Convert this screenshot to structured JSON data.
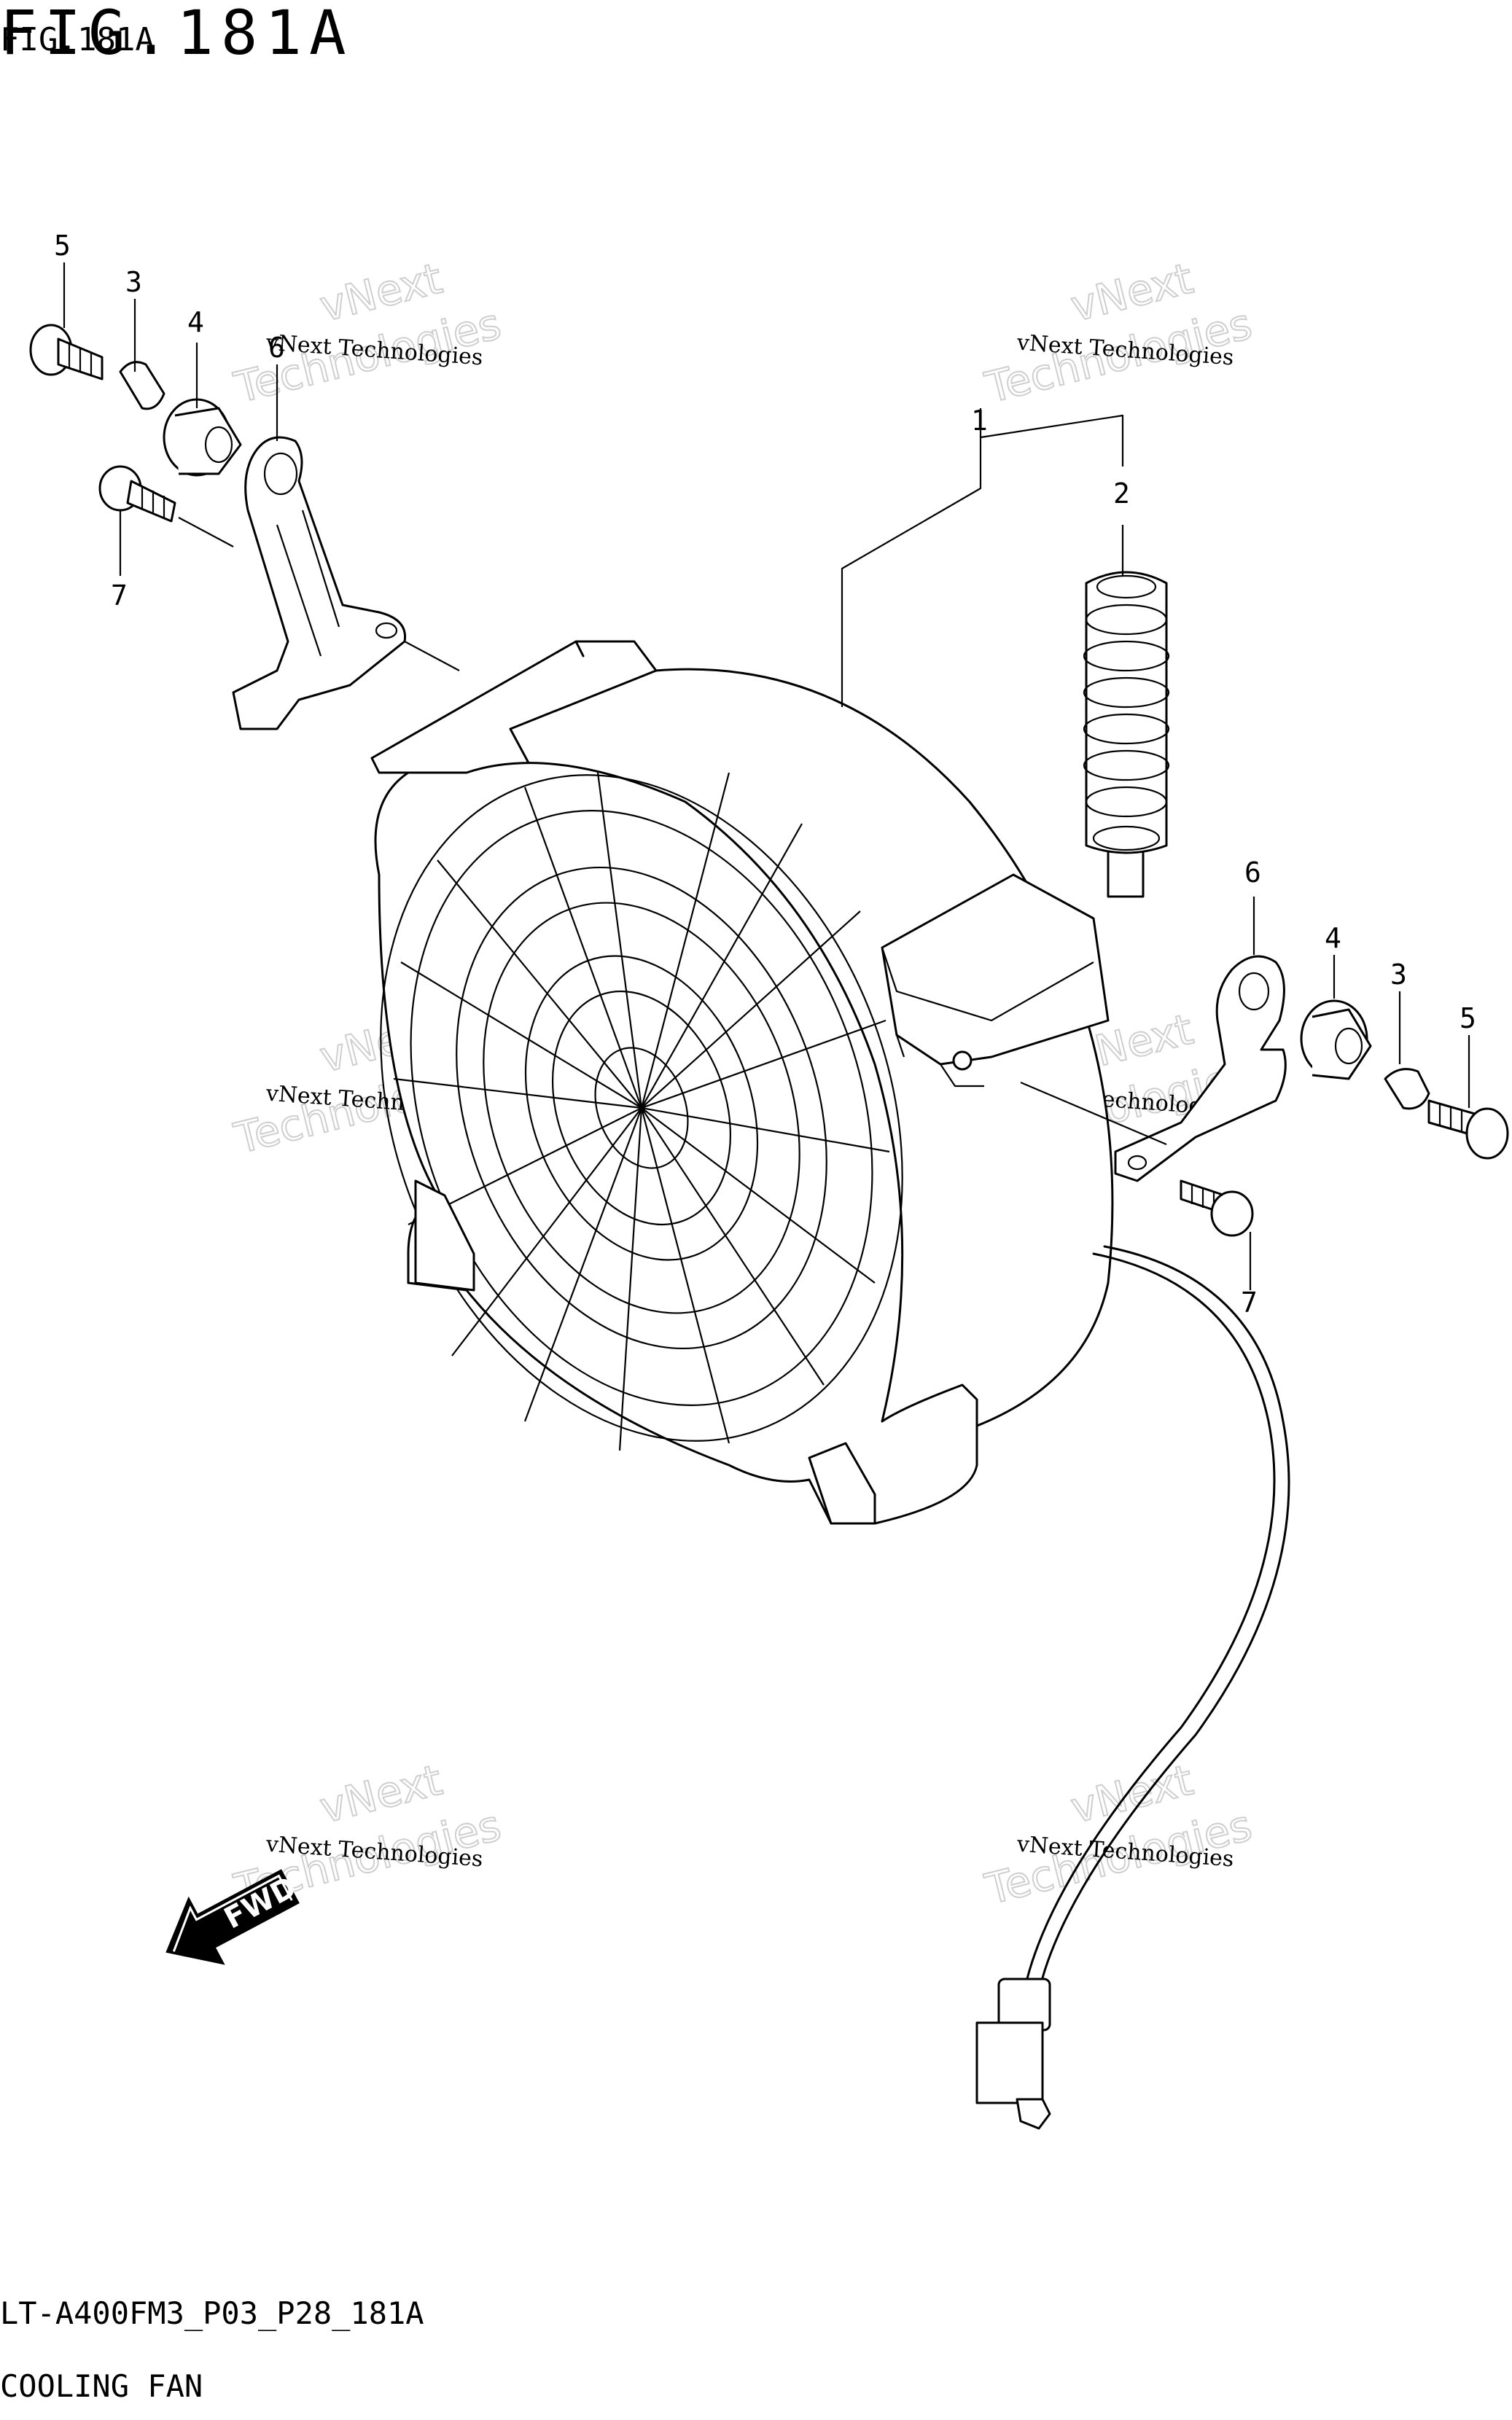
{
  "figure": {
    "title": "FIG.181A",
    "subtitle": "FIG.181A"
  },
  "footer": {
    "model_code": "LT-A400FM3_P03_P28_181A",
    "section_name": "COOLING FAN"
  },
  "fwd_arrow_label": "FWD",
  "callouts": [
    {
      "id": "c5-left",
      "label": "5"
    },
    {
      "id": "c3-left",
      "label": "3"
    },
    {
      "id": "c4-left",
      "label": "4"
    },
    {
      "id": "c6-left",
      "label": "6"
    },
    {
      "id": "c7-left",
      "label": "7"
    },
    {
      "id": "c1",
      "label": "1"
    },
    {
      "id": "c2",
      "label": "2"
    },
    {
      "id": "c6-right",
      "label": "6"
    },
    {
      "id": "c4-right",
      "label": "4"
    },
    {
      "id": "c3-right",
      "label": "3"
    },
    {
      "id": "c5-right",
      "label": "5"
    },
    {
      "id": "c7-right",
      "label": "7"
    }
  ],
  "watermark": {
    "line1": "vNext Technologies",
    "line2": "vNext",
    "line3": "Technologies"
  }
}
